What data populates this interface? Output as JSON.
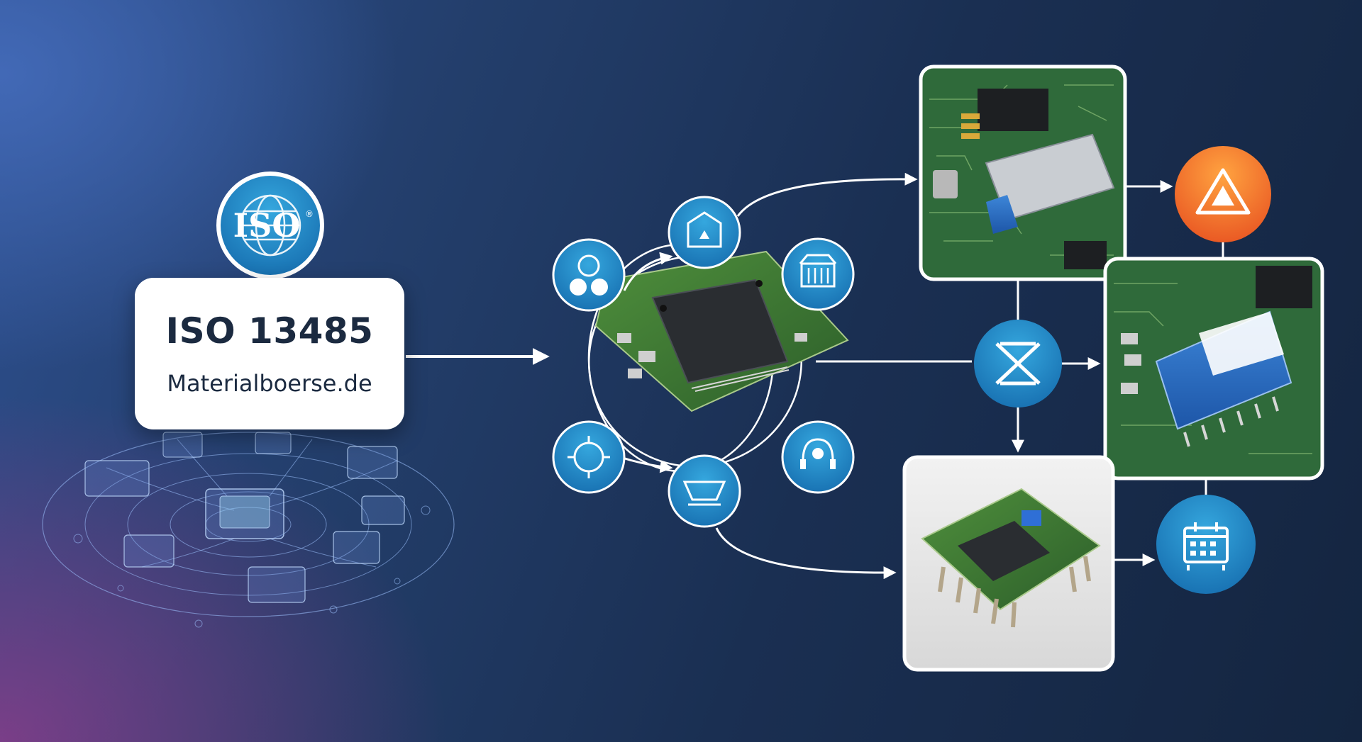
{
  "certificate_card": {
    "badge_text": "ISO",
    "badge_mark": "®",
    "title": "ISO 13485",
    "subtitle": "Materialboerse.de"
  },
  "icons": {
    "hub": [
      "people-icon",
      "home-icon",
      "store-icon",
      "target-icon",
      "tray-icon",
      "support-icon"
    ],
    "process": [
      "warning-triangle-icon",
      "intersect-icon",
      "calendar-icon"
    ]
  },
  "colors": {
    "accent_blue": "#1e88c4",
    "accent_orange": "#f07a2a",
    "connector": "#ffffff"
  }
}
